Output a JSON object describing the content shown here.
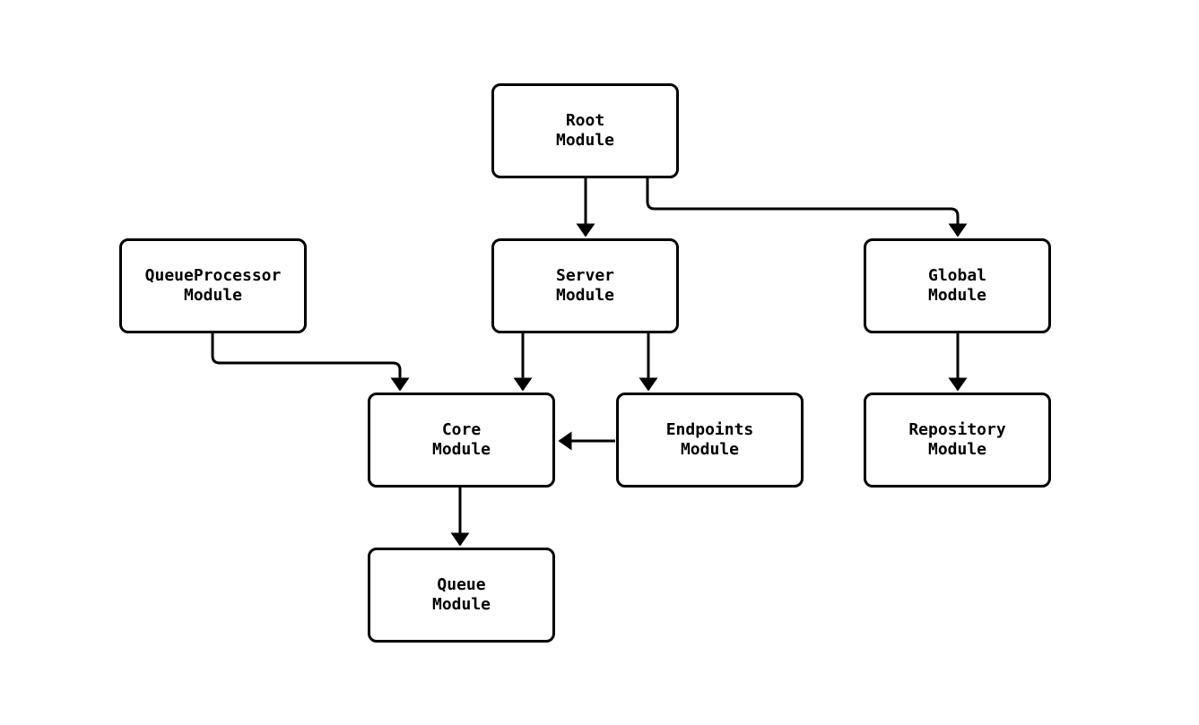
{
  "diagram": {
    "type": "module-dependency-graph",
    "colors": {
      "background": "#ffffff",
      "node_fill": "#ffffff",
      "node_border": "#000000",
      "edge_line": "#000000",
      "text": "#000000"
    },
    "nodes": {
      "root": {
        "label": "Root\nModule"
      },
      "queueprocessor": {
        "label": "QueueProcessor\nModule"
      },
      "server": {
        "label": "Server\nModule"
      },
      "global": {
        "label": "Global\nModule"
      },
      "core": {
        "label": "Core\nModule"
      },
      "endpoints": {
        "label": "Endpoints\nModule"
      },
      "repository": {
        "label": "Repository\nModule"
      },
      "queue": {
        "label": "Queue\nModule"
      }
    },
    "edges": [
      {
        "from": "Root Module",
        "to": "Server Module"
      },
      {
        "from": "Root Module",
        "to": "Global Module"
      },
      {
        "from": "QueueProcessor Module",
        "to": "Core Module"
      },
      {
        "from": "Server Module",
        "to": "Core Module"
      },
      {
        "from": "Server Module",
        "to": "Endpoints Module"
      },
      {
        "from": "Endpoints Module",
        "to": "Core Module"
      },
      {
        "from": "Global Module",
        "to": "Repository Module"
      },
      {
        "from": "Core Module",
        "to": "Queue Module"
      }
    ]
  }
}
